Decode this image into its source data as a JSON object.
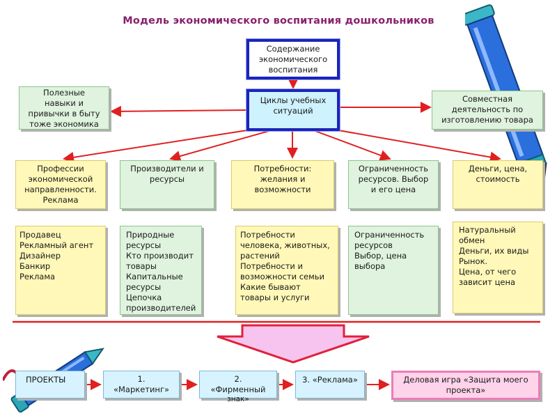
{
  "title": "Модель экономического воспитания дошкольников",
  "top_box": [
    "Содержание",
    "экономического",
    "воспитания"
  ],
  "cycles_box": [
    "Циклы учебных",
    "ситуаций"
  ],
  "left_box": [
    "Полезные",
    "навыки и",
    "привычки в быту",
    "тоже экономика"
  ],
  "right_box": [
    "Совместная",
    "деятельность по",
    "изготовлению товара"
  ],
  "categories": [
    {
      "title": [
        "Профессии",
        "экономической",
        "направленности.",
        "Реклама"
      ],
      "items": [
        "Продавец",
        "Рекламный агент",
        "Дизайнер",
        "Банкир",
        "Реклама"
      ]
    },
    {
      "title": [
        "Производители и",
        "ресурсы"
      ],
      "items": [
        "Природные",
        "ресурсы",
        "Кто производит",
        "товары",
        "Капитальные",
        "ресурсы",
        "Цепочка",
        "производителей"
      ]
    },
    {
      "title": [
        "Потребности:",
        "желания и",
        "возможности"
      ],
      "items": [
        "Потребности",
        "человека, животных,",
        "растений",
        "Потребности и",
        "возможности семьи",
        "Какие бывают",
        "товары и услуги"
      ]
    },
    {
      "title": [
        "Ограниченность",
        "ресурсов. Выбор",
        "и его цена"
      ],
      "items": [
        "Ограниченность",
        "ресурсов",
        "Выбор, цена",
        "выбора"
      ]
    },
    {
      "title": [
        "Деньги, цена,",
        "стоимость"
      ],
      "items": [
        "Натуральный",
        "обмен",
        "Деньги, их виды",
        "Рынок.",
        "Цена, от чего",
        "зависит цена"
      ]
    }
  ],
  "projects": {
    "label": "ПРОЕКТЫ",
    "steps": [
      [
        "1.",
        "«Маркетинг»"
      ],
      [
        "2.",
        "«Фирменный",
        "знак»"
      ],
      [
        "3. «Реклама»"
      ]
    ],
    "final": [
      "Деловая игра «Защита моего",
      "проекта»"
    ]
  },
  "colors": {
    "title": "#8a1f6e",
    "arrow_red": "#e02020",
    "frame_blue": "#1c24b8",
    "green_fill": "#dff3de",
    "yellow_fill": "#fff8b8",
    "down_arrow_fill": "#f7c4f0",
    "down_arrow_stroke": "#e0203a",
    "pink_fill": "#ffd3ea"
  },
  "decor": [
    "pen-icon",
    "pen-icon"
  ]
}
